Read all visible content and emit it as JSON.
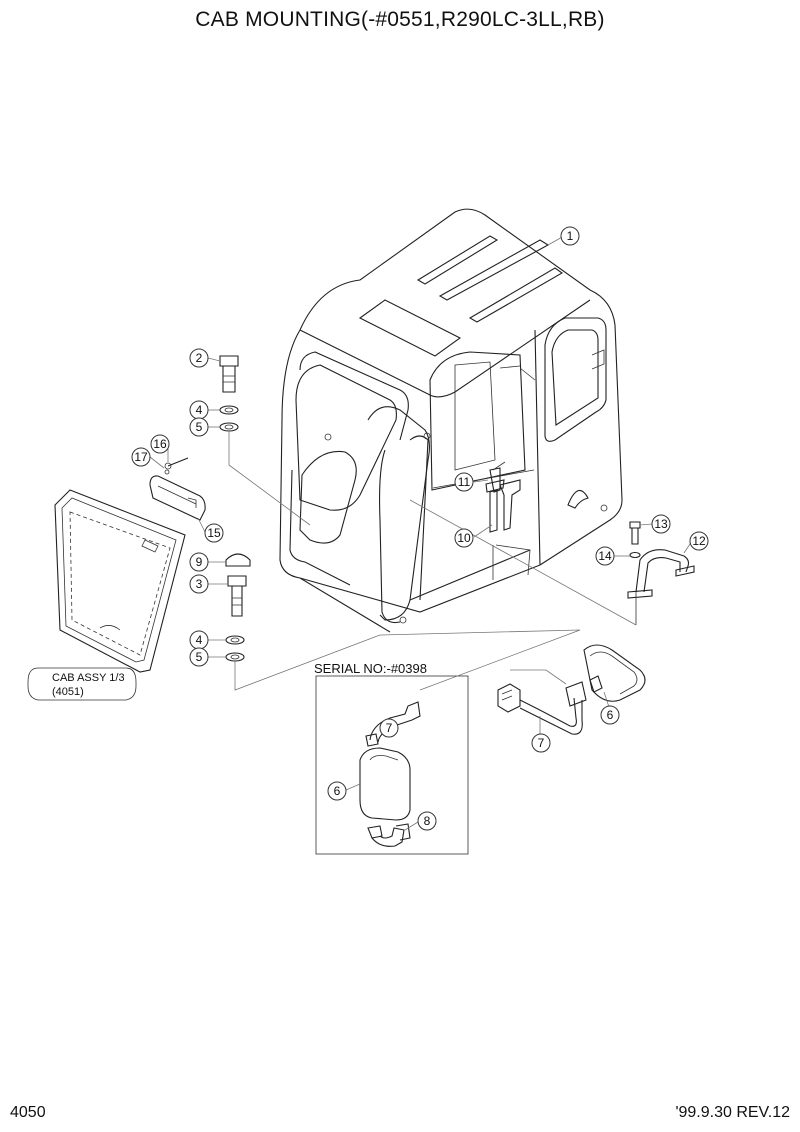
{
  "header": {
    "title": "CAB MOUNTING(-#0551,R290LC-3LL,RB)"
  },
  "footer": {
    "page_number": "4050",
    "revision": "'99.9.30 REV.12"
  },
  "inset": {
    "label": "SERIAL NO:-#0398"
  },
  "reference_box": {
    "line1": "CAB  ASSY 1/3",
    "line2": "(4051)"
  },
  "callouts": {
    "c1": "1",
    "c2": "2",
    "c3": "3",
    "c4a": "4",
    "c4b": "4",
    "c5a": "5",
    "c5b": "5",
    "c6a": "6",
    "c6b": "6",
    "c7a": "7",
    "c7b": "7",
    "c8": "8",
    "c9": "9",
    "c10": "10",
    "c11": "11",
    "c12": "12",
    "c13": "13",
    "c14": "14",
    "c15": "15",
    "c16": "16",
    "c17": "17"
  }
}
